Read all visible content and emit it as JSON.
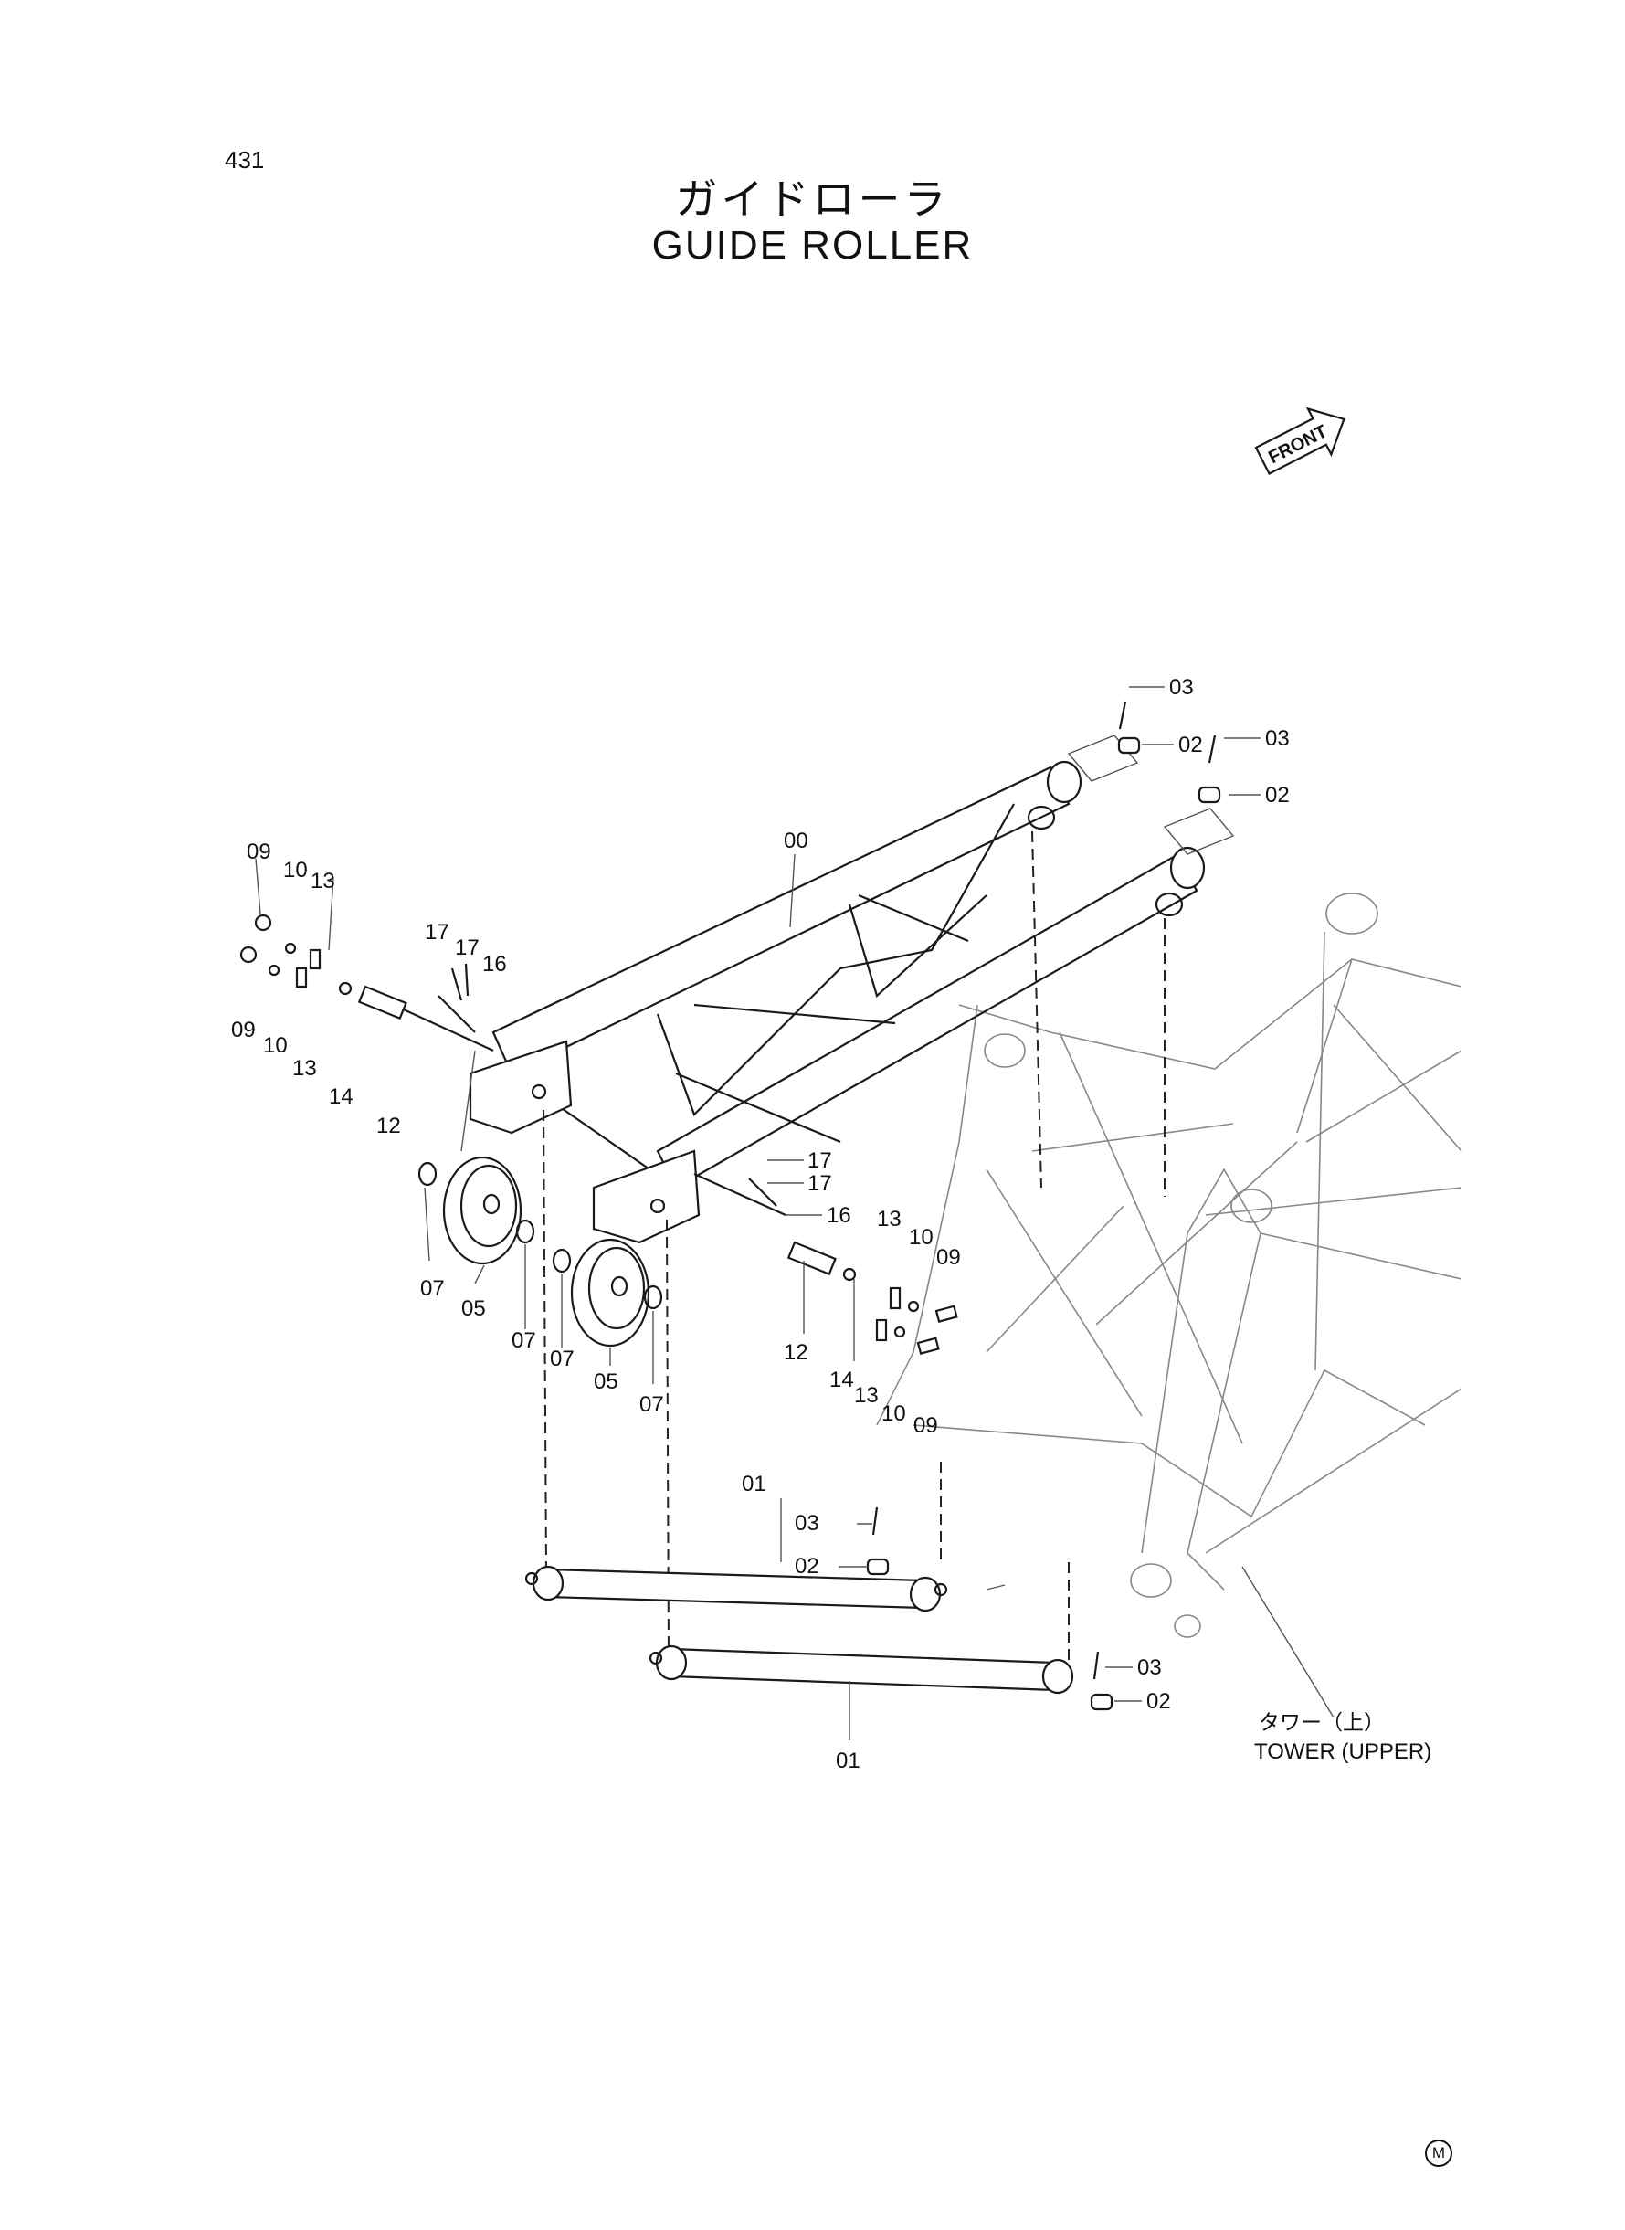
{
  "page": {
    "number": "431",
    "title_jp": "ガイドローラ",
    "title_en": "GUIDE ROLLER",
    "front_label": "FRONT",
    "footer_mark": "M"
  },
  "tower_label": {
    "jp": "タワー（上）",
    "en": "TOWER (UPPER)"
  },
  "callouts": {
    "c03_top": "03",
    "c02_top": "02",
    "c03_top2": "03",
    "c02_top2": "02",
    "c00": "00",
    "c09_a": "09",
    "c10_a": "10",
    "c13_a": "13",
    "c09_b": "09",
    "c10_b": "10",
    "c13_b": "13",
    "c14_a": "14",
    "c12_a": "12",
    "c17_a": "17",
    "c17_b": "17",
    "c16_a": "16",
    "c07_a": "07",
    "c05_a": "05",
    "c07_b": "07",
    "c07_c": "07",
    "c05_b": "05",
    "c07_d": "07",
    "c17_c": "17",
    "c17_d": "17",
    "c16_b": "16",
    "c12_b": "12",
    "c14_b": "14",
    "c13_c": "13",
    "c10_c": "10",
    "c09_c": "09",
    "c13_d": "13",
    "c10_d": "10",
    "c09_d": "09",
    "c01_a": "01",
    "c03_mid": "03",
    "c02_mid": "02",
    "c03_bot": "03",
    "c02_bot": "02",
    "c01_b": "01"
  }
}
